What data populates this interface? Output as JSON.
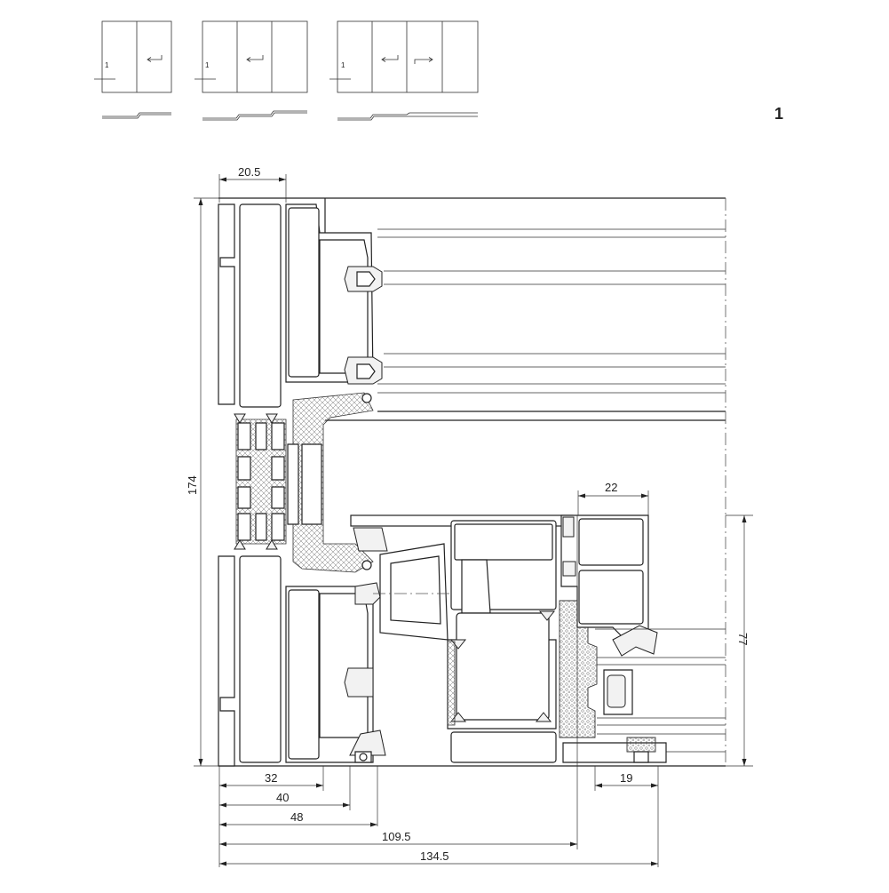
{
  "sheet": {
    "number": "1"
  },
  "schemes": [
    {
      "panels": 2,
      "label": "1",
      "arrows": [
        "left"
      ]
    },
    {
      "panels": 3,
      "label": "1",
      "arrows": [
        "left"
      ]
    },
    {
      "panels": 4,
      "label": "1",
      "arrows": [
        "left",
        "right"
      ]
    }
  ],
  "dimensions": {
    "top_width": "20.5",
    "overall_height": "174",
    "sash_width": "22",
    "sash_height": "77",
    "bottom": [
      "32",
      "40",
      "48",
      "109.5",
      "134.5"
    ],
    "rail": "19"
  }
}
